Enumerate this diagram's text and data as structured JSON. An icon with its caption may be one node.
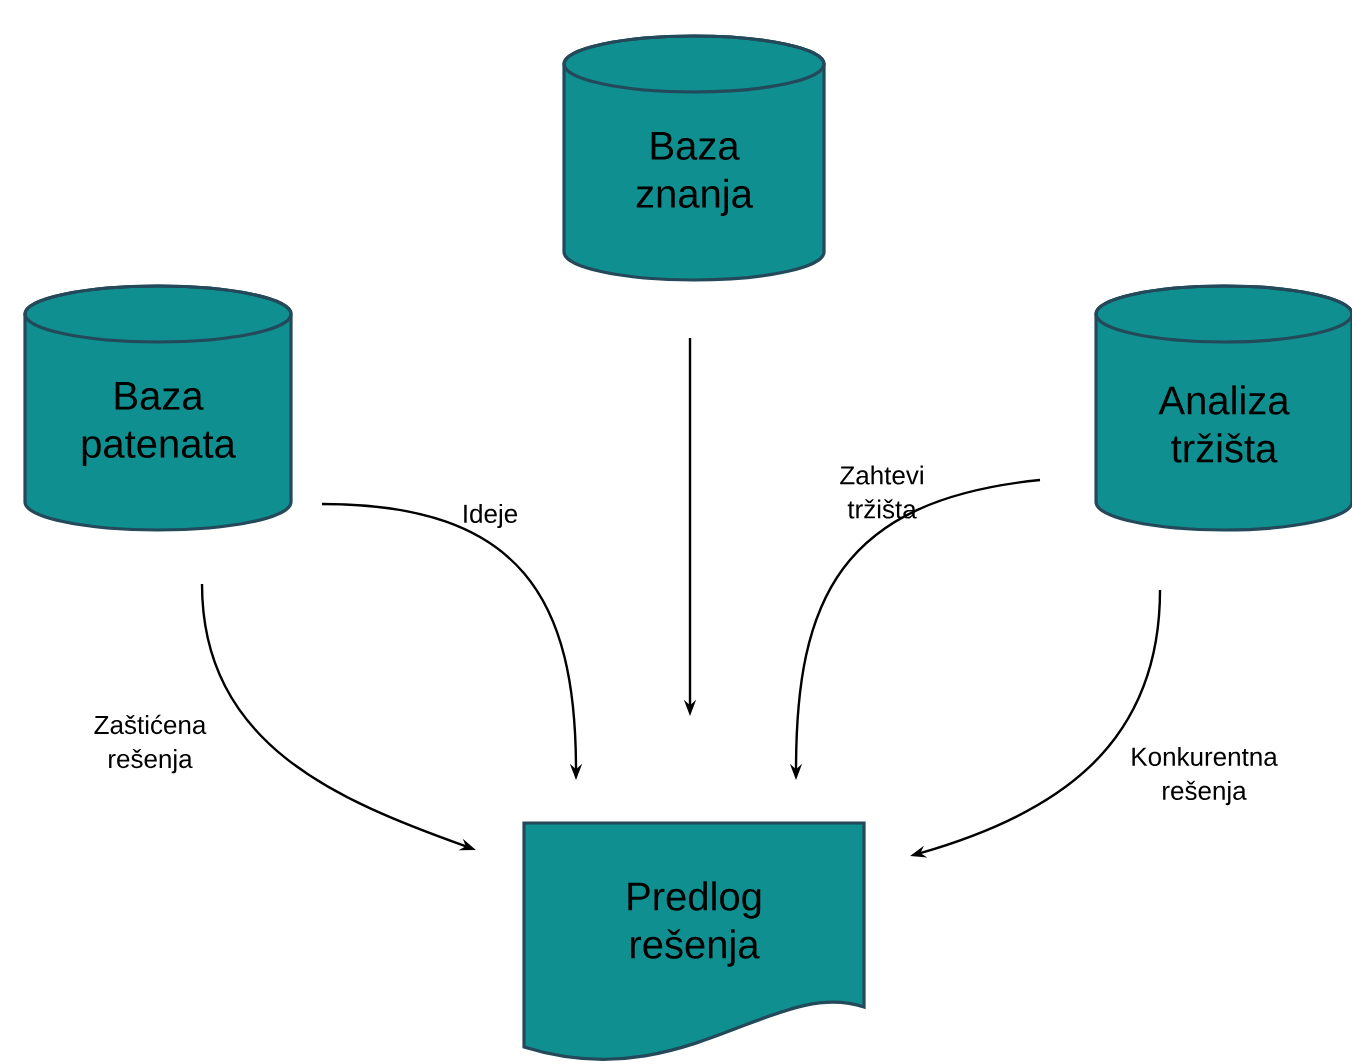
{
  "diagram": {
    "nodes": [
      {
        "text": [
          "Baza znanja"
        ]
      },
      {
        "text": [
          "Baza patenata"
        ]
      },
      {
        "text": [
          "Analiza tržišta"
        ]
      },
      {
        "text": [
          "Predlog rešenja"
        ]
      }
    ],
    "edges": [
      {
        "from": 0,
        "to": 3,
        "arrow": "to"
      },
      {
        "from": 1,
        "to": 3,
        "arrow": "to",
        "label": "Ideje"
      },
      {
        "from": 1,
        "to": 3,
        "arrow": "to",
        "label": "Zaštićena rešenja"
      },
      {
        "from": 2,
        "to": 3,
        "arrow": "to",
        "label": "Zahtevi tržišta"
      },
      {
        "from": 2,
        "to": 3,
        "arrow": "to",
        "label": "Konkurentna rešenja"
      }
    ]
  }
}
